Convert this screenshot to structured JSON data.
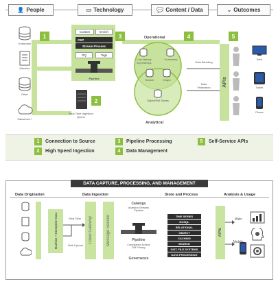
{
  "top": {
    "headers": [
      {
        "label": "People",
        "icon": "person-icon"
      },
      {
        "label": "Technology",
        "icon": "monitor-icon"
      },
      {
        "label": "Content / Data",
        "icon": "chat-icon"
      },
      {
        "label": "Outcomes",
        "icon": "chevron-icon"
      }
    ],
    "sources": [
      "Enterprise",
      "Machine",
      "Other",
      "Salesforce+"
    ],
    "queue_label": "Real-Time Ingestion Queue",
    "pipeline": {
      "boxes": [
        "Custom",
        "Enrich"
      ],
      "cep": "CEP",
      "stream": "Stream Process",
      "dq": "DQ",
      "tags": "Tags",
      "label": "Pipeline"
    },
    "operational": "Operational",
    "analytical": "Analytical",
    "stores": [
      "Low-latency SQL/NoSQL",
      "In-memory",
      "Search",
      "Graph",
      "Object/File Stores"
    ],
    "blending": "Data Blending",
    "federation": "Data Federation",
    "apis": "APIs",
    "outputs": [
      "Web",
      "Tablet",
      "Phone"
    ],
    "numbers": [
      "1",
      "2",
      "3",
      "4",
      "5"
    ]
  },
  "legend": [
    {
      "num": "1",
      "label": "Connection to Source"
    },
    {
      "num": "2",
      "label": "High Speed Ingestion"
    },
    {
      "num": "3",
      "label": "Pipeline Processing"
    },
    {
      "num": "4",
      "label": "Data Management"
    },
    {
      "num": "5",
      "label": "Self-Service APIs"
    }
  ],
  "bottom": {
    "title": "DATA CAPTURE, PROCESSING, AND MANAGEMENT",
    "columns": [
      "Data Origination",
      "Data Ingestion",
      "Store and Process",
      "Analysis & Usage"
    ],
    "machine_label": "Machine + Enterprise Data",
    "real_time": "Real Time",
    "bulk_upload": "Bulk Upload",
    "cloud_gateway": "Cloud Gateway",
    "message_service": "Message Service",
    "catalogs": "Catalogs",
    "catalog_items": "Analytics Streams Pipeline",
    "pipeline": "Pipeline",
    "governance_items": "Compliance Access DM Privacy",
    "governance": "Governance",
    "store_items": [
      "TIME SERIES",
      "NOSQL",
      "RELATIONAL",
      "OBJECT",
      "CACHING",
      "SEARCH",
      "DIST. FILE SYSTEMS",
      "DATA PROCESSING"
    ],
    "apis": "APIs",
    "outputs": [
      "Web",
      "Mobile"
    ]
  },
  "colors": {
    "green": "#8cbf3f",
    "light_green": "#c7e29d",
    "dark": "#2f2f2f"
  }
}
